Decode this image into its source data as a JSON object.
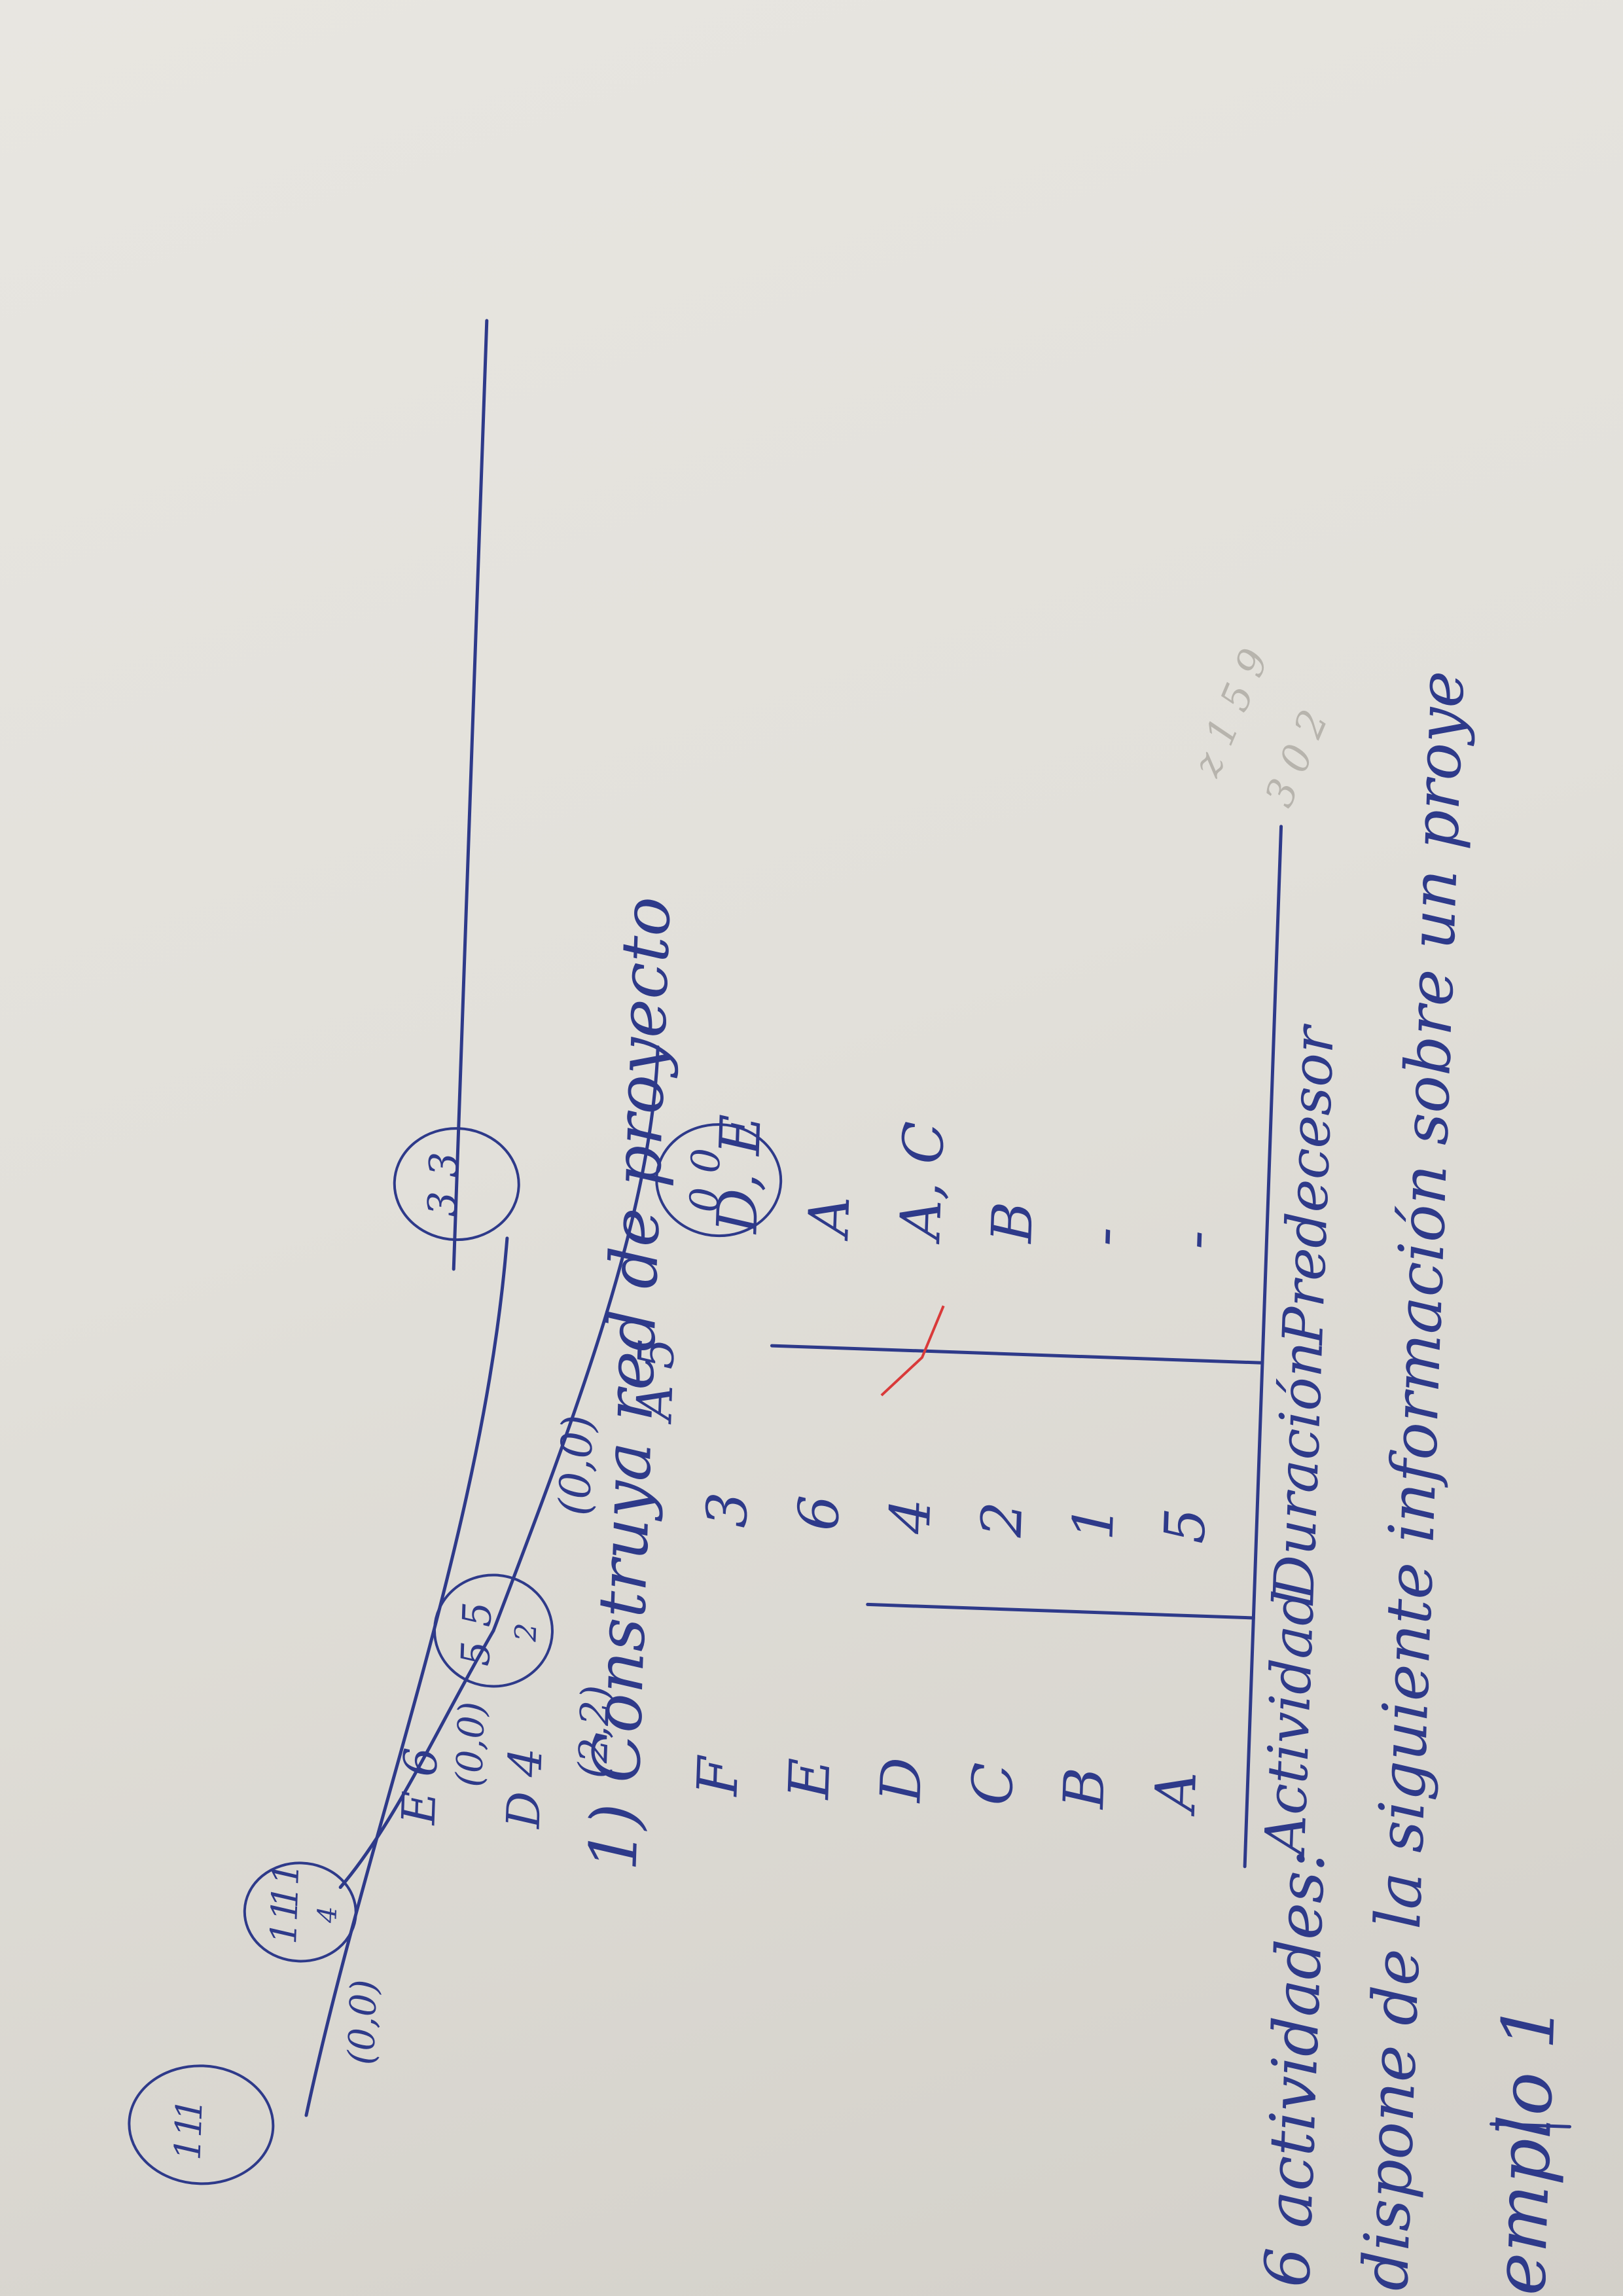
{
  "intro": {
    "heading": "emplo 1",
    "line1": "dispone de la siguiente información sobre un proye",
    "line2": "6 actividades:"
  },
  "table": {
    "headers": [
      "Actividad",
      "Duración",
      "Predecesor"
    ],
    "rows": [
      [
        "A",
        "5",
        "-"
      ],
      [
        "B",
        "1",
        "-"
      ],
      [
        "C",
        "2",
        "B"
      ],
      [
        "D",
        "4",
        "A, C"
      ],
      [
        "E",
        "6",
        "A"
      ],
      [
        "F",
        "3",
        "D, E"
      ]
    ]
  },
  "task": "1) Construya red de proyecto",
  "network": {
    "nodes": [
      {
        "id": "n1",
        "top": [
          "0",
          "0"
        ],
        "bottom": ""
      },
      {
        "id": "n2",
        "top": [
          "3",
          "3"
        ],
        "bottom": ""
      },
      {
        "id": "n3",
        "top": [
          "5",
          "5"
        ],
        "bottom": "2"
      },
      {
        "id": "n4",
        "top": [
          "11",
          "11"
        ],
        "bottom": "4"
      },
      {
        "id": "n5",
        "top": [
          "11",
          "1"
        ],
        "bottom": ""
      }
    ],
    "edges": [
      {
        "activity": "A 5",
        "slack": "(0,0)"
      },
      {
        "activity": "D 4",
        "slack": "(2,2)"
      },
      {
        "activity": "E 6",
        "slack": "(0,0)"
      },
      {
        "activity": "",
        "slack": "(0,0)"
      }
    ]
  },
  "colors": {
    "ink": "#2e3a8a",
    "correction": "#d93a3a",
    "paper": "#e6e4df"
  }
}
